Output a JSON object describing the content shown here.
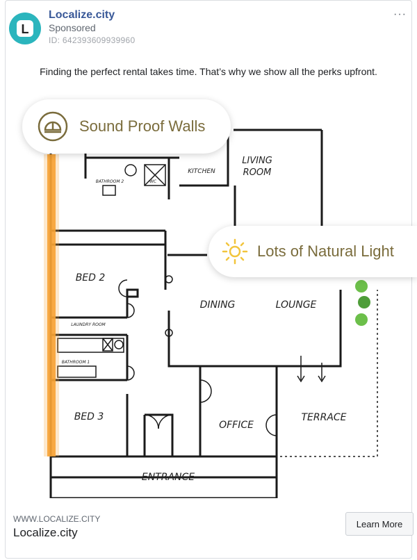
{
  "post": {
    "page_name": "Localize.city",
    "sponsored_label": "Sponsored",
    "ad_id": "ID: 642393609939960",
    "more_label": "···",
    "avatar_letter": "L",
    "caption": "Finding the perfect rental takes time. That’s why we show all the perks upfront."
  },
  "floorplan": {
    "rooms": {
      "living_room_line1": "LIVING",
      "living_room_line2": "ROOM",
      "kitchen": "KITCHEN",
      "bathroom2": "BATHROOM 2",
      "wc": "WC",
      "bed2": "BED 2",
      "laundry": "LAUNDRY ROOM",
      "bathroom1": "BATHROOM 1",
      "bed3": "BED 3",
      "dining": "DINING",
      "lounge": "LOUNGE",
      "office": "OFFICE",
      "terrace": "TERRACE",
      "entrance": "ENTRANCE"
    },
    "perks": {
      "sound_proof": "Sound Proof Walls",
      "natural_light": "Lots of Natural Light"
    },
    "colors": {
      "highlight_wall": "#f7a234",
      "perk_text": "#7a6c3c",
      "sun": "#f2c53d"
    }
  },
  "footer": {
    "url": "WWW.LOCALIZE.CITY",
    "title": "Localize.city",
    "cta_label": "Learn More"
  }
}
